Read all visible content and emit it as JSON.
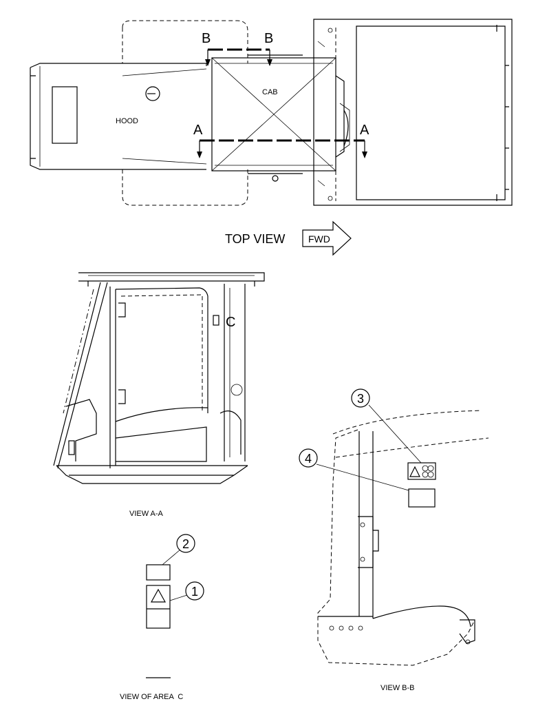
{
  "labels": {
    "hood": "HOOD",
    "cab": "CAB",
    "section_a": "A",
    "section_b": "B",
    "top_view": "TOP VIEW",
    "fwd": "FWD",
    "area_c": "C",
    "view_aa": "VIEW A-A",
    "view_bb": "VIEW B-B",
    "view_area_c": "VIEW OF AREA  C"
  },
  "callouts": [
    "1",
    "2",
    "3",
    "4"
  ]
}
